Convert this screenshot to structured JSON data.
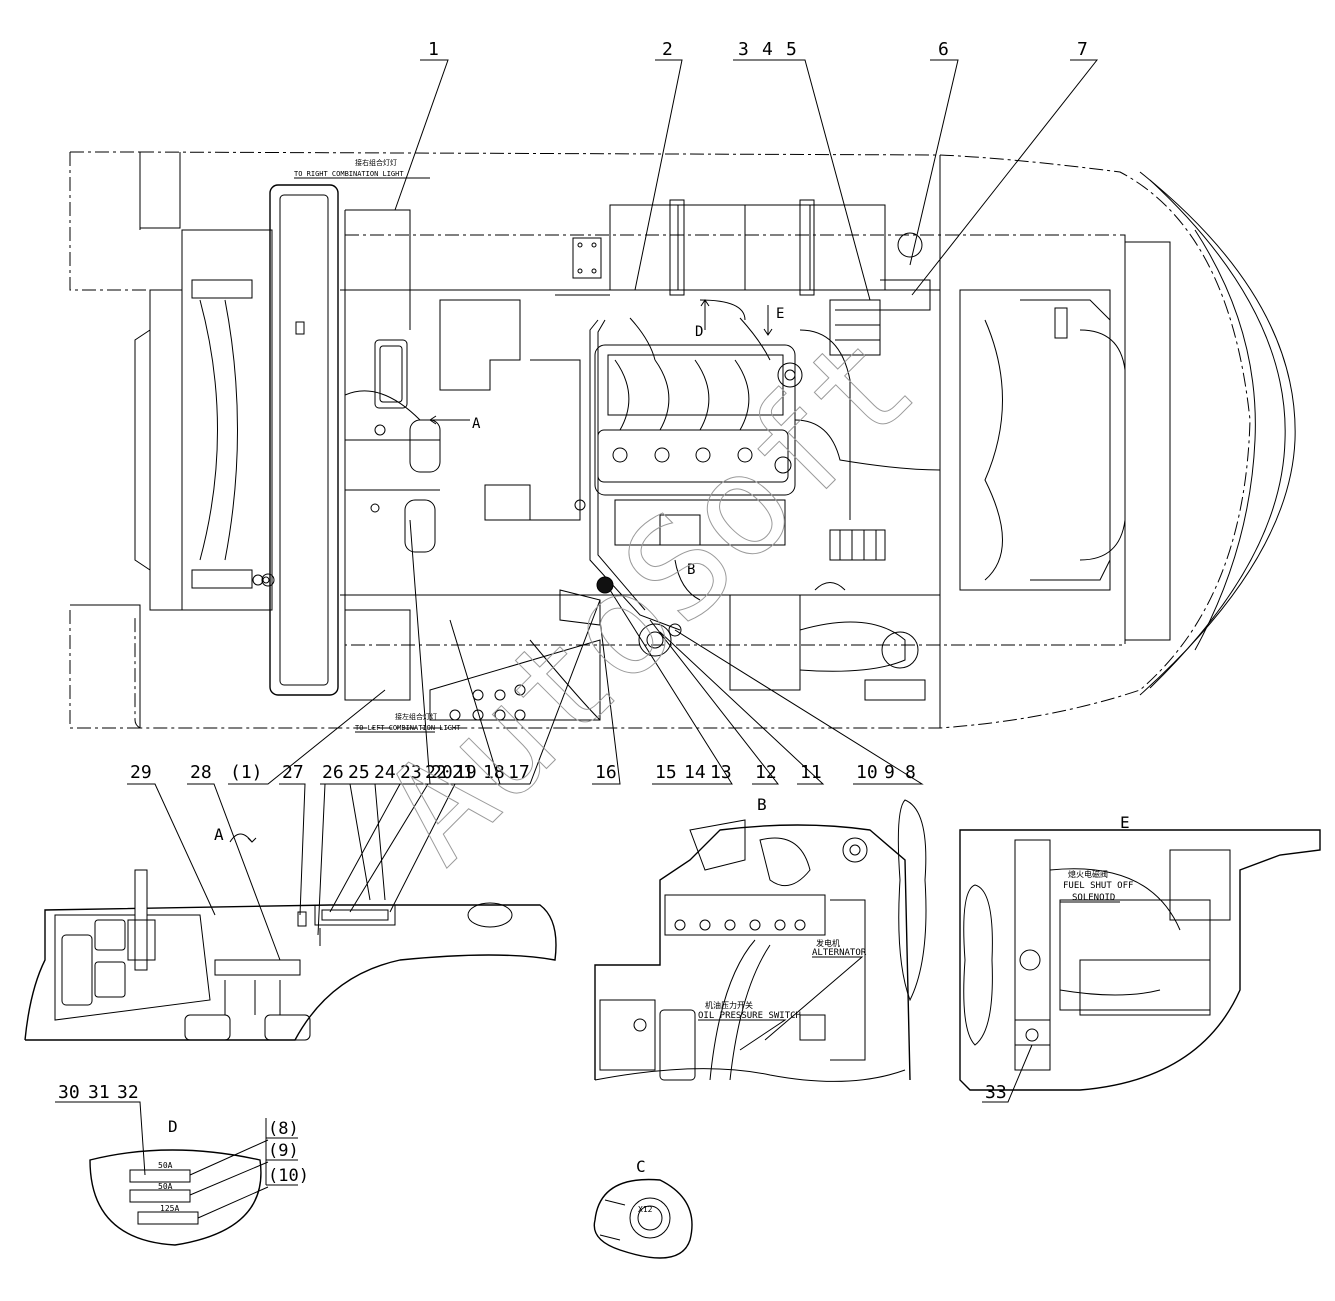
{
  "callouts_top": [
    "1",
    "2",
    "3",
    "4",
    "5",
    "6",
    "7"
  ],
  "callouts_mid": [
    "(1)",
    "20",
    "19",
    "18",
    "17",
    "16",
    "15",
    "14",
    "13",
    "12",
    "11",
    "10",
    "9",
    "8"
  ],
  "callouts_left": [
    "29",
    "28",
    "27",
    "26",
    "25",
    "24",
    "23",
    "22",
    "21"
  ],
  "callout_33": "33",
  "callouts_d_top": [
    "30",
    "31",
    "32"
  ],
  "callouts_d_side": [
    "(8)",
    "(9)",
    "(10)"
  ],
  "view_labels": {
    "a_arrow": "A",
    "b_arrow": "B",
    "d_arrow": "D",
    "e_arrow": "E",
    "view_a": "A",
    "view_b": "B",
    "view_c": "C",
    "view_d": "D",
    "view_e": "E"
  },
  "annotations": {
    "right_light_cn": "接右组合灯灯",
    "right_light_en": "TO RIGHT COMBINATION LIGHT",
    "left_light_cn": "接左组合灯灯",
    "left_light_en": "TO LEFT COMBINATION LIGHT",
    "alternator_cn": "发电机",
    "alternator_en": "ALTERNATOR",
    "oil_switch_cn": "机油压力开关",
    "oil_switch_en": "OIL PRESSURE SWITCH",
    "fuel_cn": "熄火电磁阀",
    "fuel_en1": "FUEL SHUT OFF",
    "fuel_en2": "SOLENOID",
    "x12": "X12",
    "fuse1": "50A",
    "fuse2": "50A",
    "fuse3": "125A"
  },
  "watermark": "AutoSoft"
}
